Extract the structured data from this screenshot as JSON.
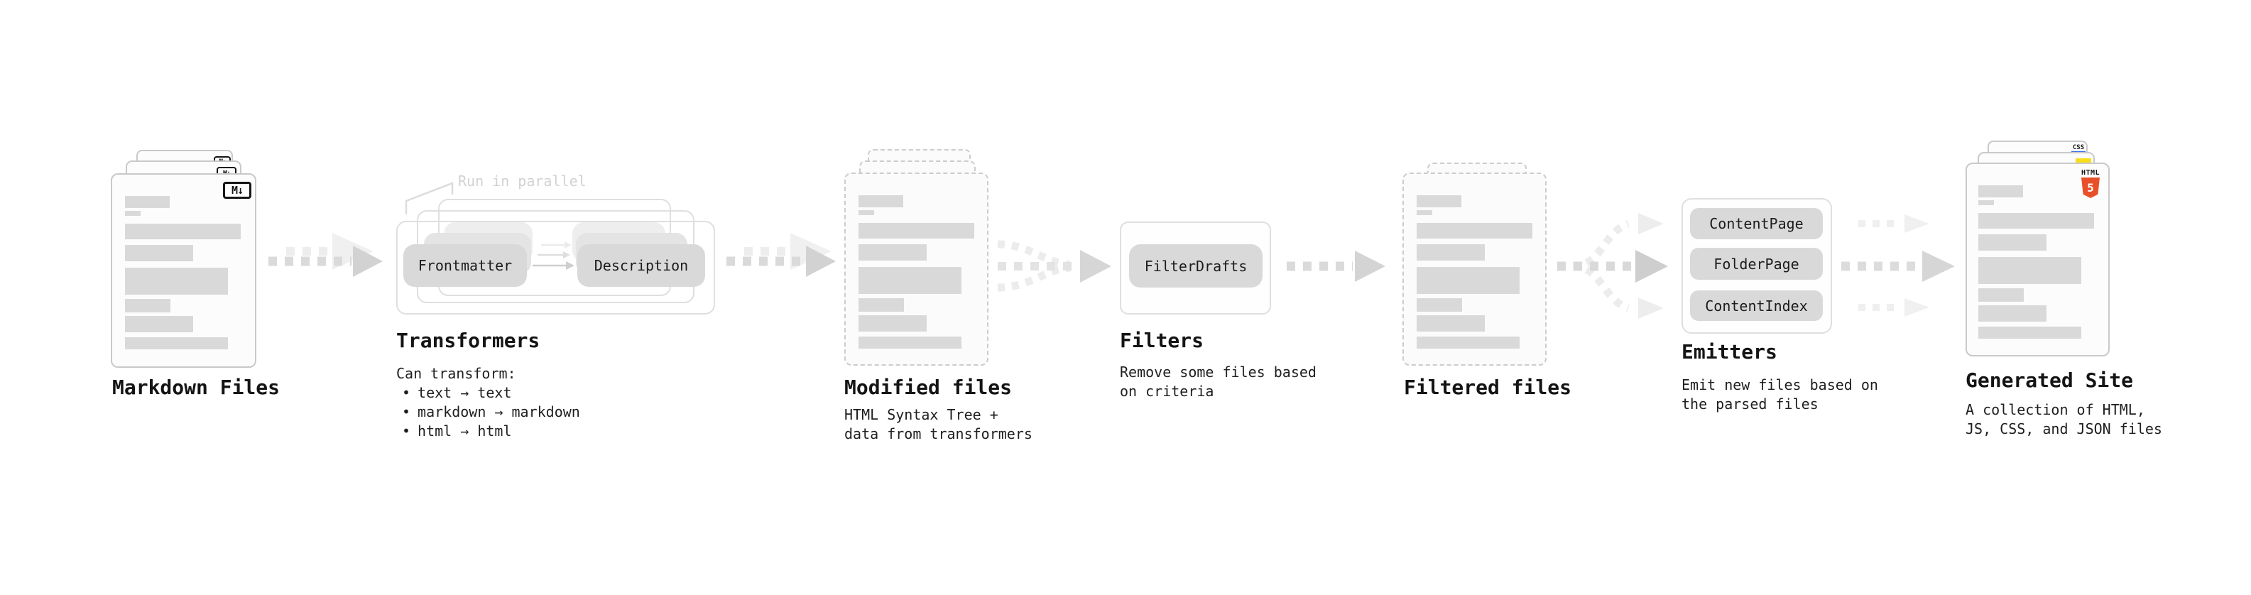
{
  "stages": {
    "markdown_files": {
      "title": "Markdown Files"
    },
    "transformers": {
      "title": "Transformers",
      "note": "Run in parallel",
      "input_pill": "Frontmatter",
      "output_pill": "Description",
      "desc_heading": "Can transform:",
      "bullet_char": "•",
      "bullets": [
        "text → text",
        "markdown → markdown",
        "html → html"
      ]
    },
    "modified_files": {
      "title": "Modified files",
      "desc_line1": "HTML Syntax Tree +",
      "desc_line2": "data from transformers"
    },
    "filters": {
      "title": "Filters",
      "pill": "FilterDrafts",
      "desc_line1": "Remove some files based",
      "desc_line2": "on criteria"
    },
    "filtered_files": {
      "title": "Filtered files"
    },
    "emitters": {
      "title": "Emitters",
      "pills": [
        "ContentPage",
        "FolderPage",
        "ContentIndex"
      ],
      "desc_line1": "Emit new files based on",
      "desc_line2": "the parsed files"
    },
    "generated_site": {
      "title": "Generated Site",
      "desc_line1": "A collection of HTML,",
      "desc_line2": "JS, CSS, and JSON files"
    }
  },
  "badges": {
    "markdown": "M↓",
    "html_top": "HTML",
    "html_num": "5",
    "css": "CSS"
  },
  "colors": {
    "accent_html": "#e8502a",
    "accent_js": "#f7df1e",
    "accent_css": "#2f6fed"
  }
}
